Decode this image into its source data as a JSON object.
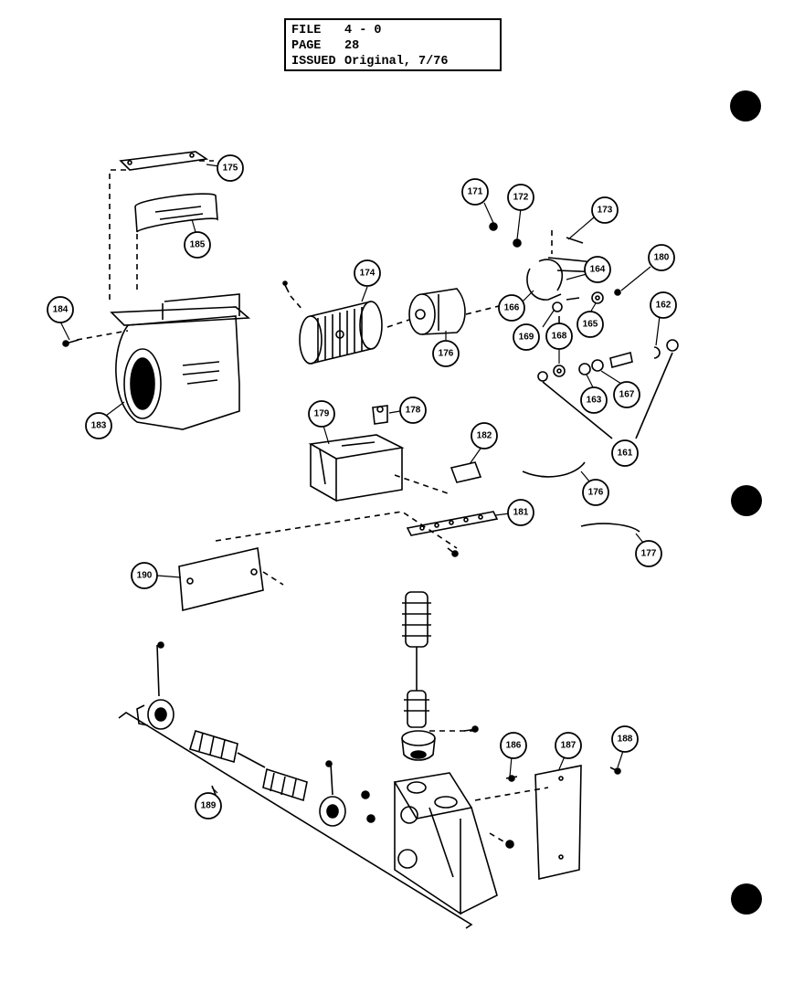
{
  "header": {
    "file_label": "FILE",
    "file_value": "4 - 0",
    "page_label": "PAGE",
    "page_value": "28",
    "issued_label": "ISSUED",
    "issued_value": "Original, 7/76"
  },
  "callouts": [
    {
      "id": "c175",
      "text": "175"
    },
    {
      "id": "c185",
      "text": "185"
    },
    {
      "id": "c184",
      "text": "184"
    },
    {
      "id": "c183",
      "text": "183"
    },
    {
      "id": "c174",
      "text": "174"
    },
    {
      "id": "c176",
      "text": "176"
    },
    {
      "id": "c171",
      "text": "171"
    },
    {
      "id": "c172",
      "text": "172"
    },
    {
      "id": "c173",
      "text": "173"
    },
    {
      "id": "c164",
      "text": "164"
    },
    {
      "id": "c180",
      "text": "180"
    },
    {
      "id": "c166a",
      "text": "166"
    },
    {
      "id": "c169",
      "text": "169"
    },
    {
      "id": "c165",
      "text": "165"
    },
    {
      "id": "c162",
      "text": "162"
    },
    {
      "id": "c168",
      "text": "168"
    },
    {
      "id": "c163",
      "text": "163"
    },
    {
      "id": "c167",
      "text": "167"
    },
    {
      "id": "c161a",
      "text": "161"
    },
    {
      "id": "c179",
      "text": "179"
    },
    {
      "id": "c178",
      "text": "178"
    },
    {
      "id": "c182",
      "text": "182"
    },
    {
      "id": "c176b",
      "text": "176"
    },
    {
      "id": "c181",
      "text": "181"
    },
    {
      "id": "c177",
      "text": "177"
    },
    {
      "id": "c190",
      "text": "190"
    },
    {
      "id": "c186",
      "text": "186"
    },
    {
      "id": "c187",
      "text": "187"
    },
    {
      "id": "c188",
      "text": "188"
    },
    {
      "id": "c189",
      "text": "189"
    }
  ]
}
